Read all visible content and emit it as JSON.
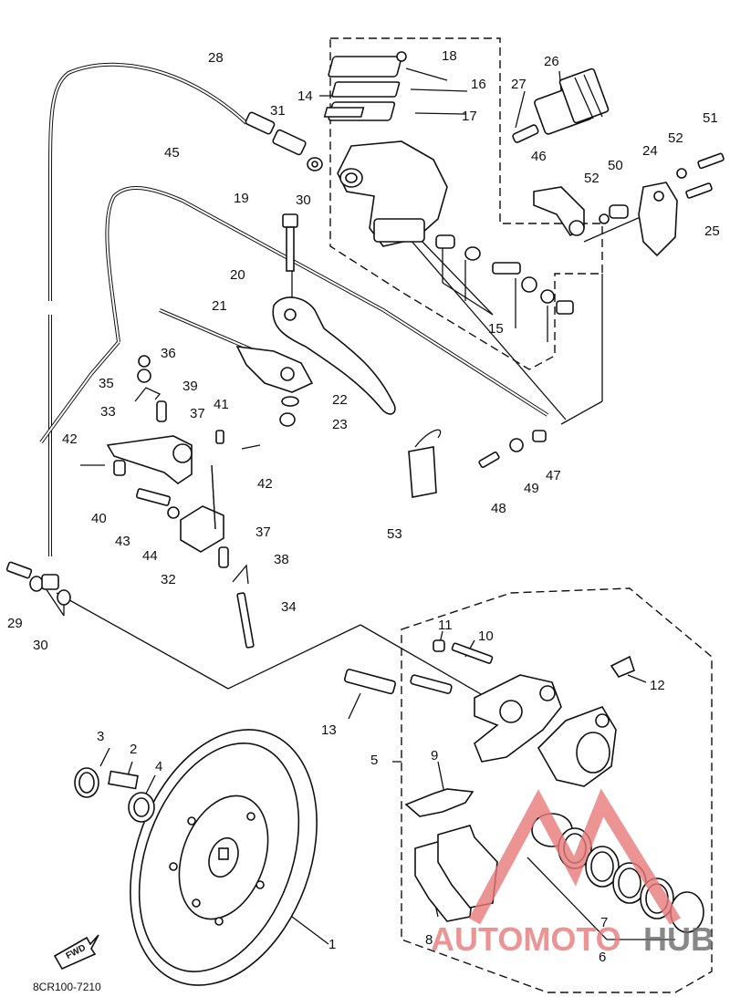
{
  "diagram": {
    "code": "8CR100-7210",
    "fwd_label": "FWD",
    "watermark": {
      "part1": "AUTOMOTO",
      "part2": "HUB",
      "color_primary": "#e87a7a",
      "color_secondary": "#6b6b6b"
    },
    "labels": {
      "p1": "1",
      "p2": "2",
      "p3": "3",
      "p4": "4",
      "p5": "5",
      "p6": "6",
      "p7": "7",
      "p8": "8",
      "p9": "9",
      "p10": "10",
      "p11": "11",
      "p12": "12",
      "p13": "13",
      "p14": "14",
      "p15": "15",
      "p16": "16",
      "p17": "17",
      "p18": "18",
      "p19": "19",
      "p20": "20",
      "p21": "21",
      "p22": "22",
      "p23": "23",
      "p24": "24",
      "p25": "25",
      "p26": "26",
      "p27": "27",
      "p28": "28",
      "p29": "29",
      "p30a": "30",
      "p30b": "30",
      "p31": "31",
      "p32": "32",
      "p33": "33",
      "p34": "34",
      "p35": "35",
      "p36": "36",
      "p37a": "37",
      "p37b": "37",
      "p38": "38",
      "p39": "39",
      "p40": "40",
      "p41": "41",
      "p42a": "42",
      "p42b": "42",
      "p43": "43",
      "p44": "44",
      "p45": "45",
      "p46": "46",
      "p47": "47",
      "p48": "48",
      "p49": "49",
      "p50": "50",
      "p51": "51",
      "p52a": "52",
      "p52b": "52",
      "p53": "53"
    }
  }
}
